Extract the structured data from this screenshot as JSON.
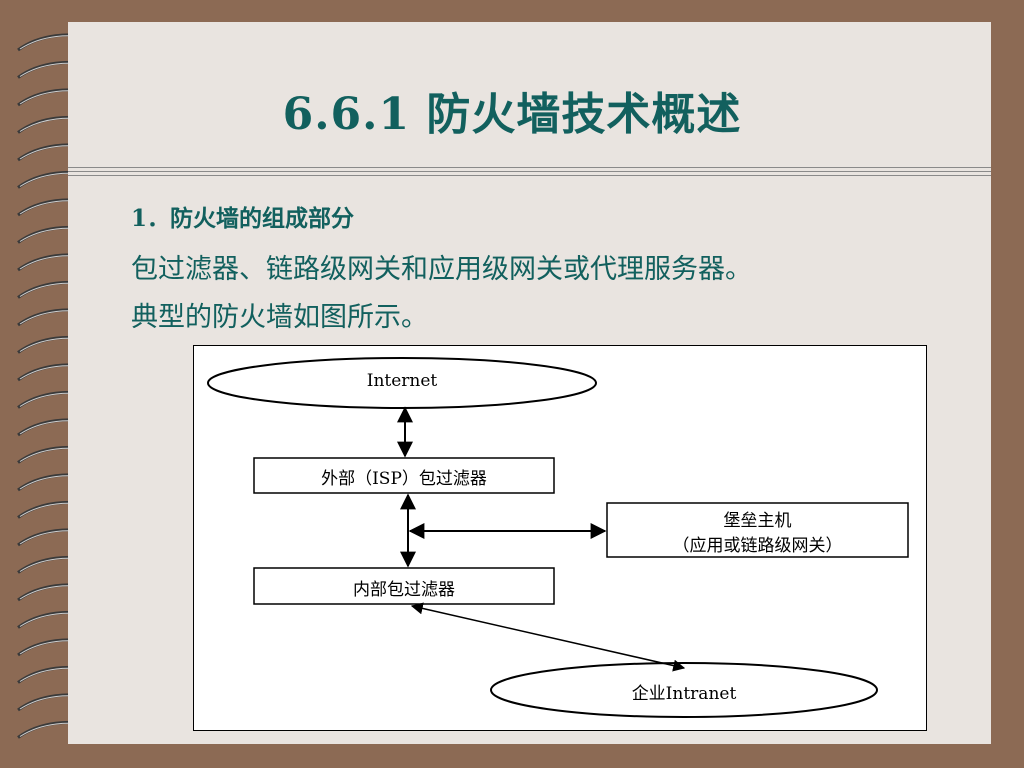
{
  "slide": {
    "title": "6.6.1  防火墙技术概述",
    "heading": "1．防火墙的组成部分",
    "lines": [
      "包过滤器、链路级网关和应用级网关或代理服务器。",
      "典型的防火墙如图所示。"
    ]
  },
  "diagram": {
    "internet": "Internet",
    "external_filter": "外部（ISP）包过滤器",
    "bastion_line1": "堡垒主机",
    "bastion_line2": "（应用或链路级网关）",
    "internal_filter": "内部包过滤器",
    "intranet": "企业Intranet"
  },
  "colors": {
    "frame": "#8c6a54",
    "slide_bg": "#e9e4e0",
    "text": "#12605e"
  }
}
